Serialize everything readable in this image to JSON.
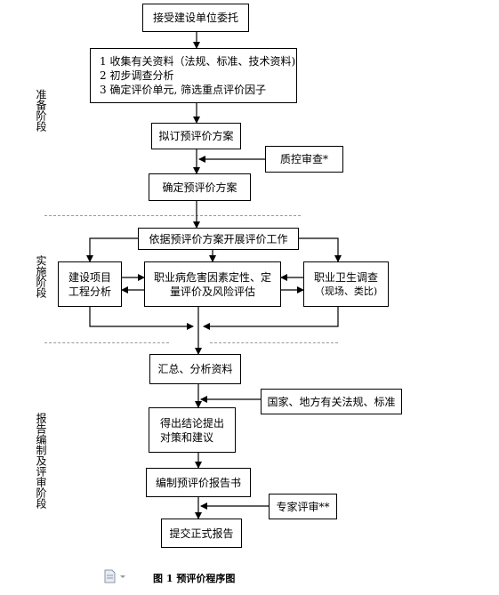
{
  "stages": {
    "prep": "准备阶段",
    "impl": "实施阶段",
    "report": "报告编制及评审阶段"
  },
  "boxes": {
    "accept": "接受建设单位委托",
    "prep_steps": [
      "1 收集有关资料（法规、标准、技术资料)",
      "2 初步调查分析",
      "3 确定评价单元,  筛选重点评价因子"
    ],
    "draft_plan": "拟订预评价方案",
    "qc_review": "质控审查*",
    "confirm_plan": "确定预评价方案",
    "carry_out": "依据预评价方案开展评价工作",
    "project_analysis": [
      "建设项目",
      "工程分析"
    ],
    "hazard_eval": [
      "职业病危害因素定性、定",
      "量评价及风险评估"
    ],
    "health_survey": [
      "职业卫生调查",
      "（现场、类比)"
    ],
    "summary": "汇总、分析资料",
    "regulations": "国家、地方有关法规、标准",
    "conclusion": [
      "得出结论提出",
      "对策和建议"
    ],
    "compile_report": "编制预评价报告书",
    "expert_review": "专家评审**",
    "submit_report": "提交正式报告"
  },
  "caption": "图 1 预评价程序图"
}
